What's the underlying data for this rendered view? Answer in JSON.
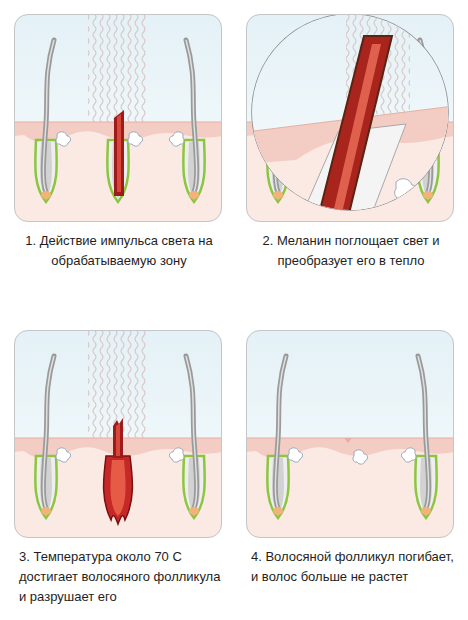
{
  "diagram": {
    "nodes": [
      {
        "text": [
          "1. Действие импульса света на обрабатываемую зону"
        ]
      },
      {
        "text": [
          "2. Меланин поглощает свет и преобразует его в тепло"
        ]
      },
      {
        "text": [
          "3. Температура около 70 С достигает волосяного фолликула и разрушает его"
        ]
      },
      {
        "text": [
          "4. Волосяной фолликул погибает, и волос больше не растет"
        ]
      }
    ]
  }
}
